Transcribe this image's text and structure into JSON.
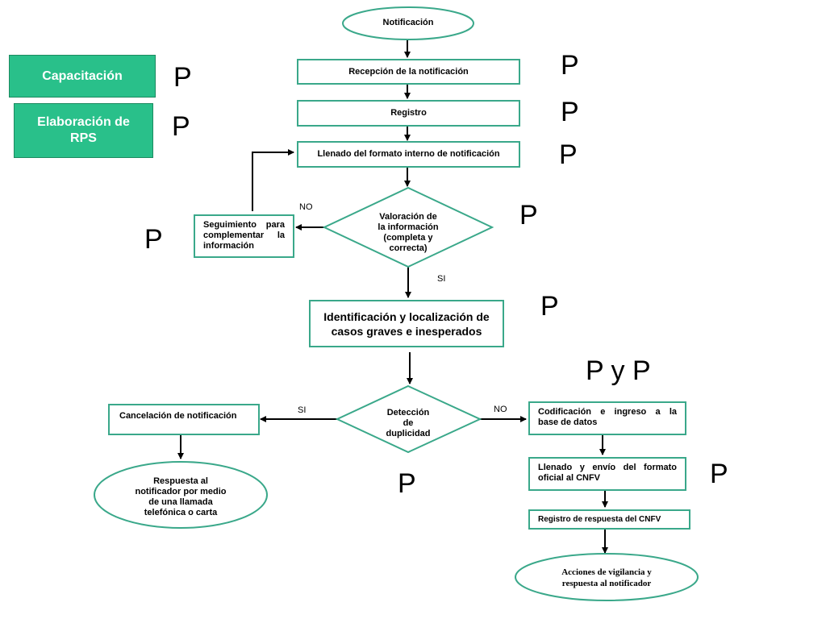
{
  "nodes": {
    "notificacion": "Notificación",
    "recepcion": "Recepción de la notificación",
    "registro": "Registro",
    "llenado_interno": "Llenado del formato interno de notificación",
    "valoracion": [
      "Valoración de",
      "la información",
      "(completa y",
      "correcta)"
    ],
    "seguimiento": [
      "Seguimiento para",
      "complementar la",
      "información"
    ],
    "identificacion": [
      "Identificación y localización de",
      "casos graves e inesperados"
    ],
    "deteccion": [
      "Detección",
      "de",
      "duplicidad"
    ],
    "cancelacion": "Cancelación de notificación",
    "respuesta_notificador": [
      "Respuesta al",
      "notificador por medio",
      "de una llamada",
      "telefónica o carta"
    ],
    "codificacion": [
      "Codificación e ingreso a la",
      "base de datos"
    ],
    "llenado_envio": [
      "Llenado y envío del formato",
      "oficial al CNFV"
    ],
    "registro_respuesta": "Registro de respuesta del CNFV",
    "acciones": [
      "Acciones de vigilancia y",
      "respuesta al notificador"
    ]
  },
  "side_boxes": {
    "capacitacion": "Capacitación",
    "elaboracion": [
      "Elaboración de",
      "RPS"
    ]
  },
  "edge_labels": {
    "no_valoracion": "NO",
    "si_valoracion": "SI",
    "si_deteccion": "SI",
    "no_deteccion": "NO"
  },
  "markers": {
    "p": "P",
    "p_y_p": "P y P"
  },
  "colors": {
    "accent_green": "#29c08a",
    "border_teal": "#3aa88a"
  }
}
